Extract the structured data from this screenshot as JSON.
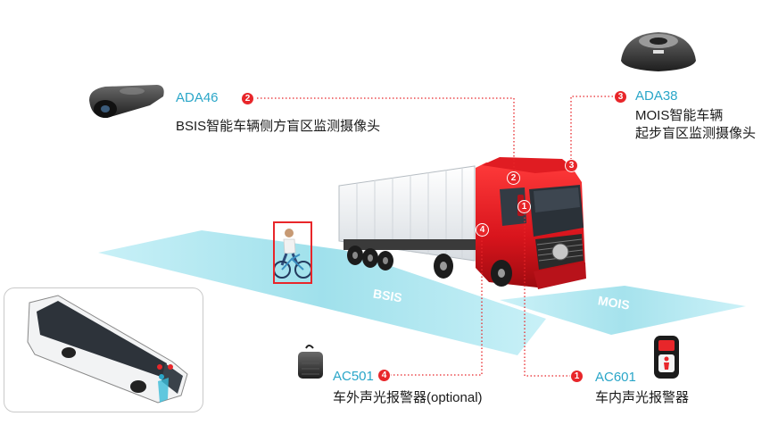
{
  "labels": {
    "ada46_model": "ADA46",
    "ada46_desc": "BSIS智能车辆侧方盲区监测摄像头",
    "ada38_model": "ADA38",
    "ada38_desc_line1": "MOIS智能车辆",
    "ada38_desc_line2": "起步盲区监测摄像头",
    "ac501_model": "AC501",
    "ac501_desc": "车外声光报警器(optional)",
    "ac601_model": "AC601",
    "ac601_desc": "车内声光报警器",
    "zone_bsis": "BSIS",
    "zone_mois": "MOIS"
  },
  "badges": {
    "n1": "1",
    "n2": "2",
    "n3": "3",
    "n4": "4"
  },
  "colors": {
    "zone_fill": "#8fdbe8",
    "badge": "#e8262a",
    "leader_line": "#e8262a",
    "model_text": "#2aa6c8",
    "truck_red": "#d8141c"
  }
}
